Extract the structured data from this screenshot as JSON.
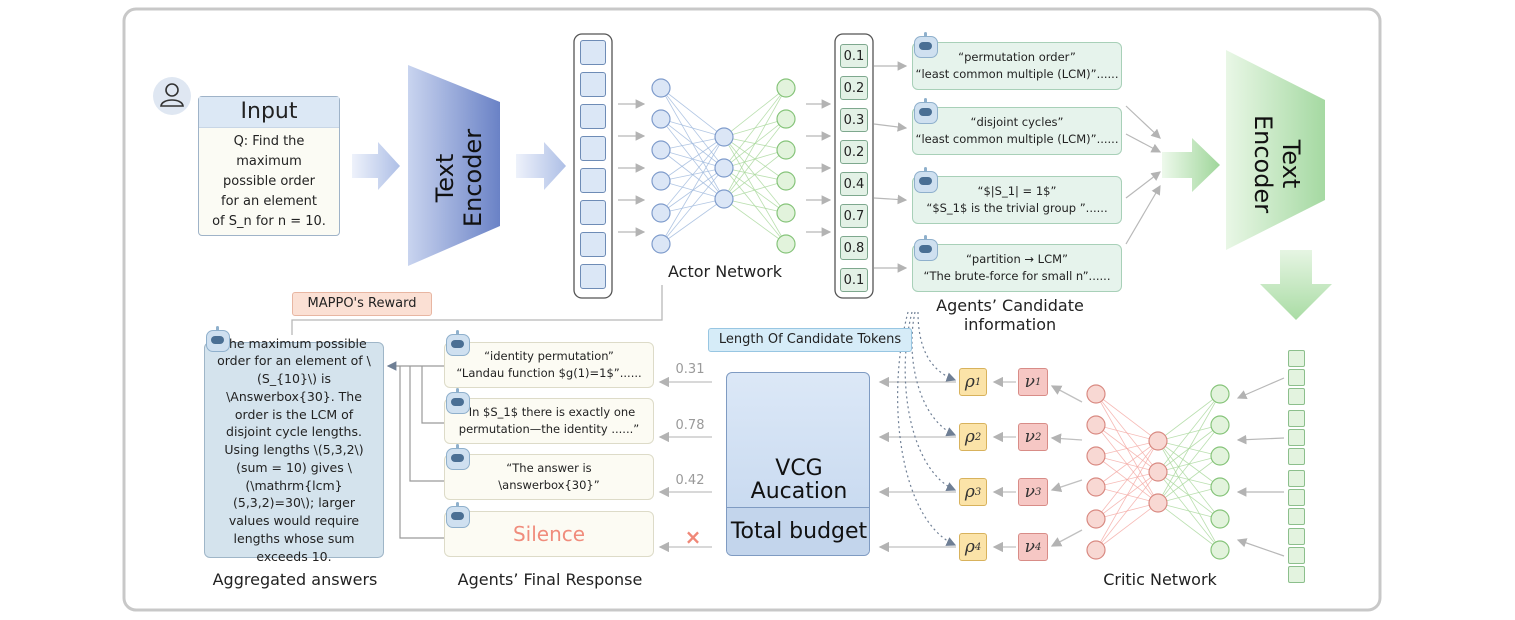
{
  "input": {
    "title": "Input",
    "question_lines": [
      "Q: Find the",
      "maximum",
      "possible order",
      "for an element",
      "of S_n for n = 10."
    ]
  },
  "text_encoder_label": "Text Encoder",
  "text_encoder_right_label": "Text Encoder",
  "actor_network_label": "Actor Network",
  "probabilities": [
    "0.1",
    "0.2",
    "0.3",
    "0.2",
    "0.4",
    "0.7",
    "0.8",
    "0.1"
  ],
  "candidates": [
    {
      "line1": "“permutation order”",
      "line2": "“least common multiple (LCM)”......"
    },
    {
      "line1": "“disjoint cycles”",
      "line2": "“least common multiple (LCM)”......"
    },
    {
      "line1": "“$|S_1| = 1$”",
      "line2": "“$S_1$ is the trivial group ”......"
    },
    {
      "line1": "“partition → LCM”",
      "line2": "“The brute-force for small n”......"
    }
  ],
  "candidates_caption": "Agents’ Candidate information",
  "mappo_reward": "MAPPO's Reward",
  "length_tokens": "Length Of Candidate Tokens",
  "aggregated": {
    "text": "The maximum possible order for an element of \\(S_{10}\\) is \\Answerbox{30}. The order is the LCM of disjoint cycle lengths. Using lengths \\(5,3,2\\) (sum = 10) gives \\(\\mathrm{lcm}(5,3,2)=30\\); larger values would require lengths whose sum exceeds 10.",
    "caption": "Aggregated answers"
  },
  "responses": [
    {
      "line1": "“identity permutation”",
      "line2": "“Landau function $g(1)=1$”......"
    },
    {
      "line1": "“In $S_1$ there is exactly one",
      "line2": "permutation—the identity ......”"
    },
    {
      "line1": "“The answer is",
      "line2": "\\answerbox{30}”"
    },
    {
      "silence": "Silence"
    }
  ],
  "responses_caption": "Agents’ Final Response",
  "bids": [
    "0.31",
    "0.78",
    "0.42"
  ],
  "rejected_mark": "×",
  "vcg": {
    "title_line1": "VCG",
    "title_line2": "Aucation",
    "budget": "Total budget"
  },
  "rho_labels": [
    "ρ",
    "ρ",
    "ρ",
    "ρ"
  ],
  "nu_labels": [
    "ν",
    "ν",
    "ν",
    "ν"
  ],
  "index_labels": [
    "1",
    "2",
    "3",
    "4"
  ],
  "critic_network_label": "Critic Network",
  "colors": {
    "actor_blue": "#9fb9dd",
    "critic_green": "#a9d89c",
    "critic_red": "#f4a9a4",
    "encoder_blue": "#6b84c8",
    "encoder_green": "#bde3bd"
  }
}
